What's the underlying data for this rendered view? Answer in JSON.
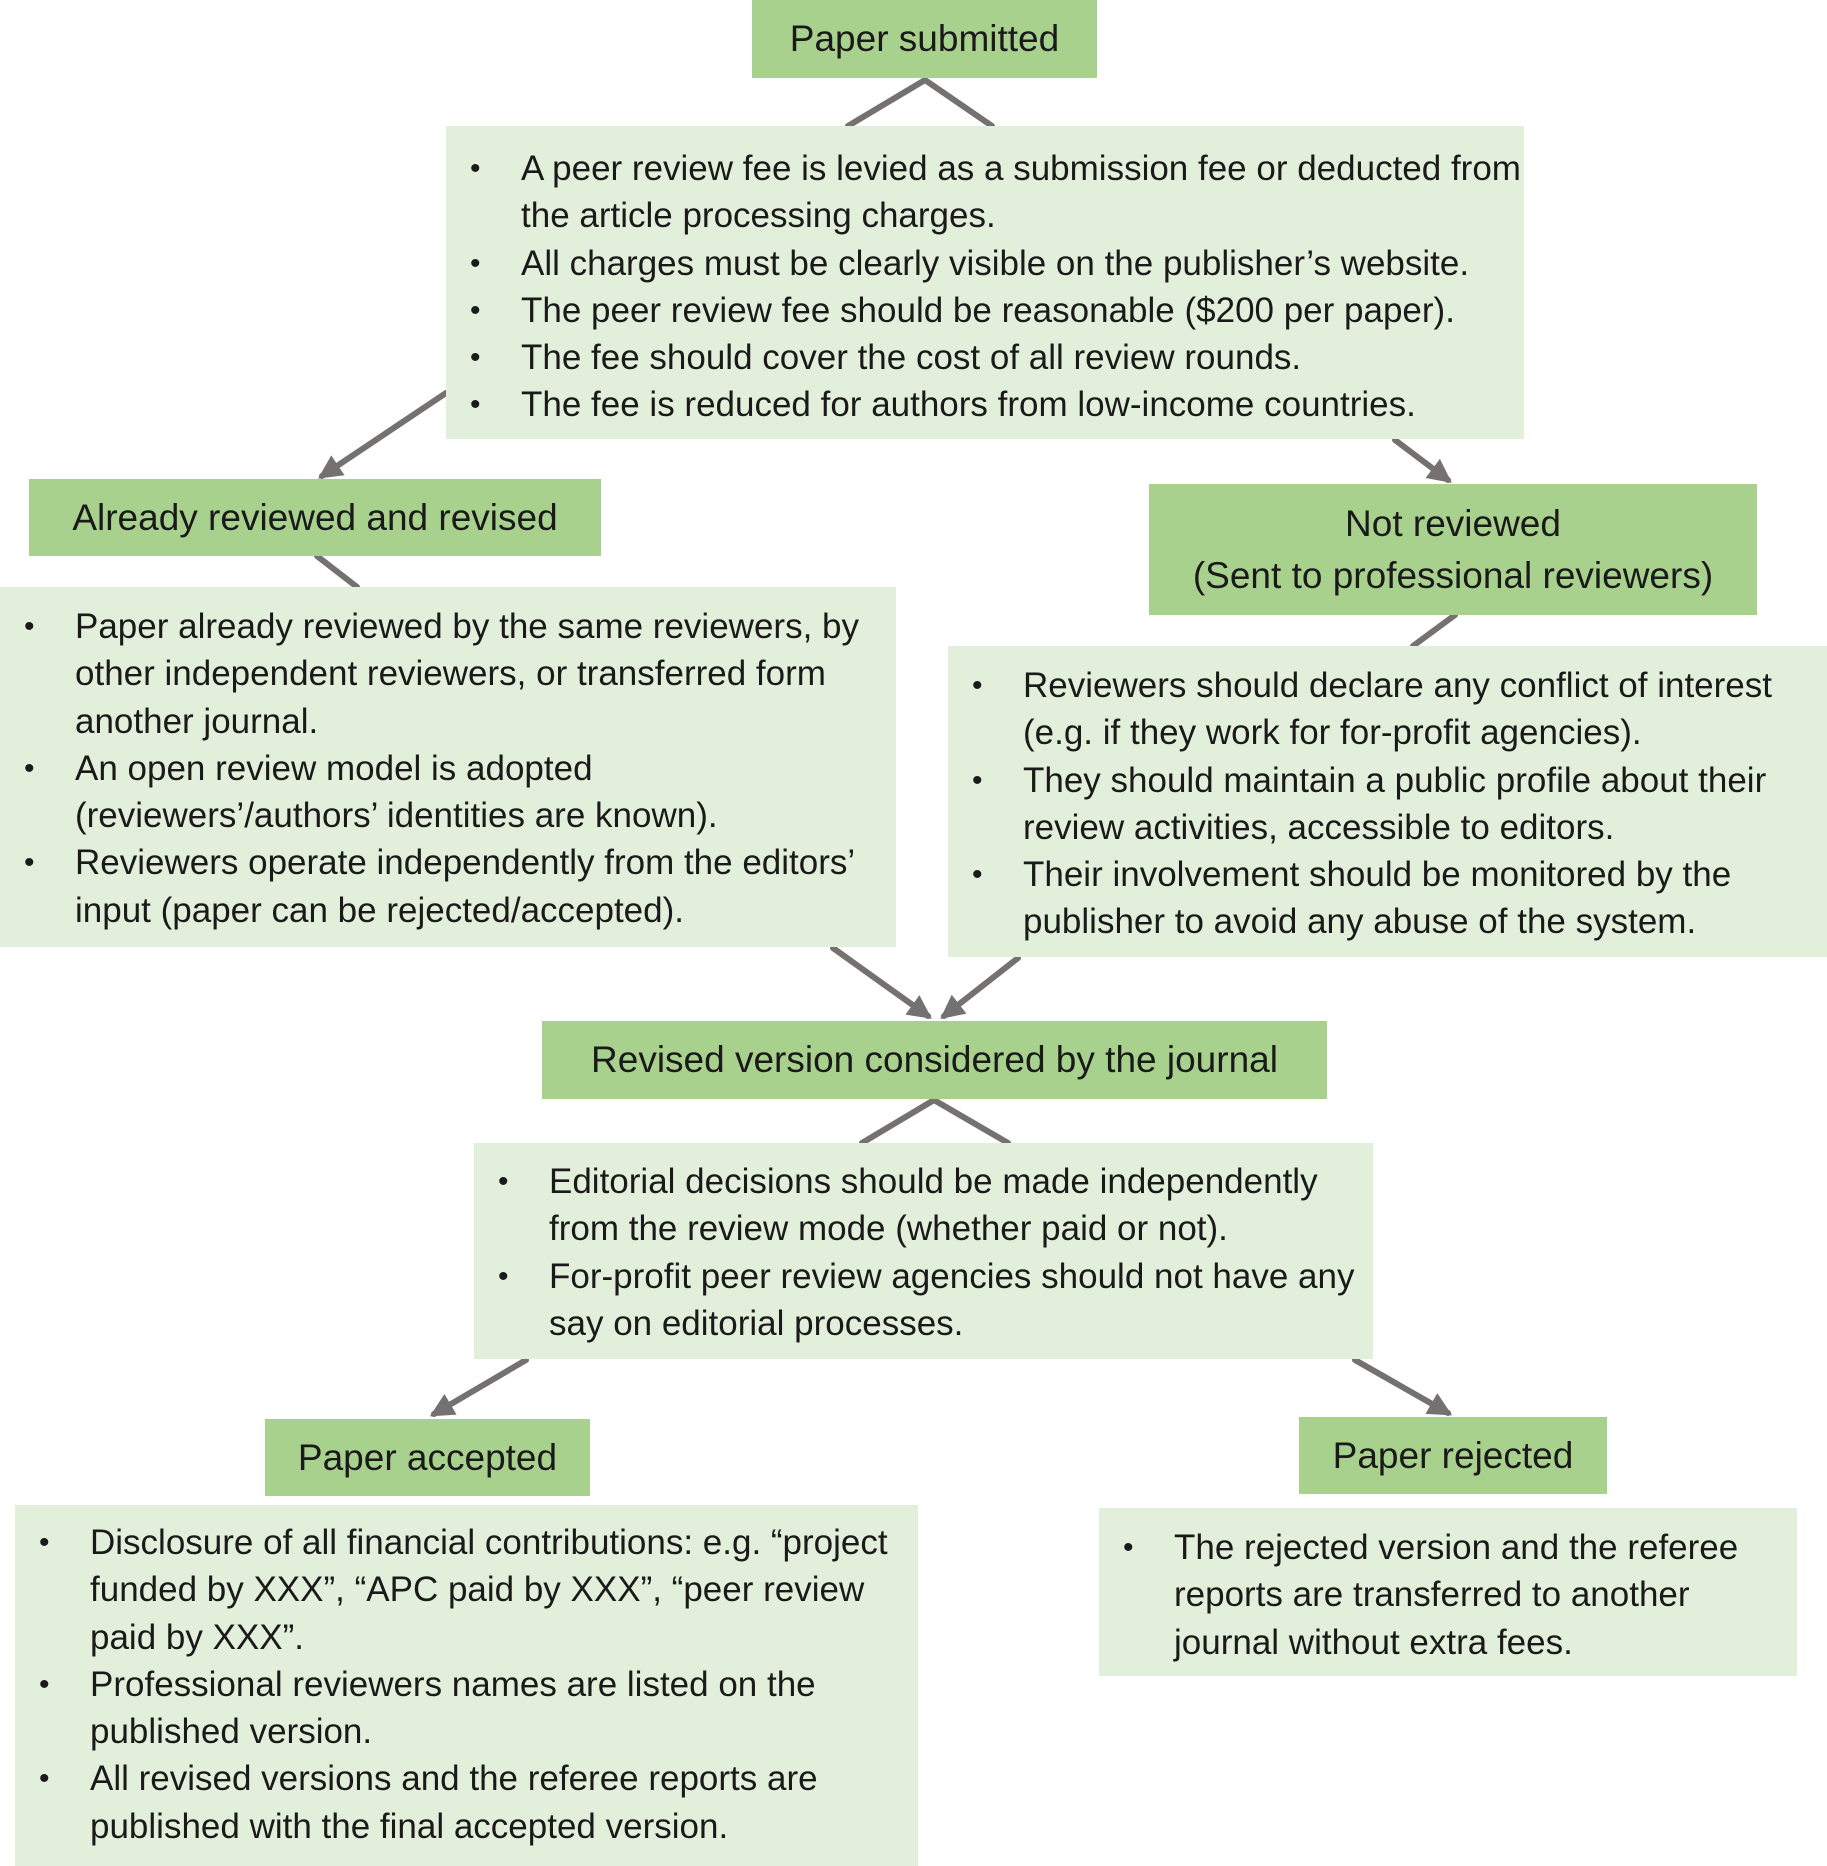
{
  "nodes": {
    "paper_submitted": {
      "label": "Paper submitted"
    },
    "submission_notes": {
      "items": [
        "A peer review fee is levied as a submission fee or deducted from the article processing charges.",
        "All charges must be clearly visible on the publisher’s website.",
        "The peer review fee should be reasonable ($200 per paper).",
        "The fee should cover the cost of all review rounds.",
        "The fee is reduced for authors from low-income countries."
      ]
    },
    "already_reviewed": {
      "label": "Already reviewed and revised"
    },
    "already_reviewed_notes": {
      "items": [
        "Paper already reviewed by the same reviewers, by other independent reviewers, or transferred form another journal.",
        "An open review model is adopted (reviewers’/authors’ identities are known).",
        "Reviewers operate independently from the editors’ input (paper can be rejected/accepted)."
      ]
    },
    "not_reviewed": {
      "label_line1": "Not reviewed",
      "label_line2": "(Sent to professional reviewers)"
    },
    "not_reviewed_notes": {
      "items": [
        "Reviewers should declare any conflict of interest (e.g. if they work for for-profit agencies).",
        "They should maintain a public profile about their review activities, accessible to editors.",
        "Their involvement should be monitored by the publisher to avoid any abuse of the system."
      ]
    },
    "revised_version": {
      "label": "Revised version considered by the journal"
    },
    "revised_notes": {
      "items": [
        "Editorial decisions should be made independently from the review mode (whether paid or not).",
        "For-profit peer review agencies should not have any say on editorial processes."
      ]
    },
    "paper_accepted": {
      "label": "Paper accepted"
    },
    "accepted_notes": {
      "items": [
        "Disclosure of all financial contributions: e.g. “project funded by XXX”, “APC paid by XXX”, “peer review paid by XXX”.",
        "Professional reviewers names are listed on the published version.",
        "All revised versions and the referee reports are published with the final accepted version."
      ]
    },
    "paper_rejected": {
      "label": "Paper rejected"
    },
    "rejected_notes": {
      "items": [
        "The rejected version and the referee reports are transferred to another journal without extra fees."
      ]
    }
  },
  "colors": {
    "header_fill": "#a9d18e",
    "note_fill": "#e2efda",
    "connector": "#767171"
  }
}
